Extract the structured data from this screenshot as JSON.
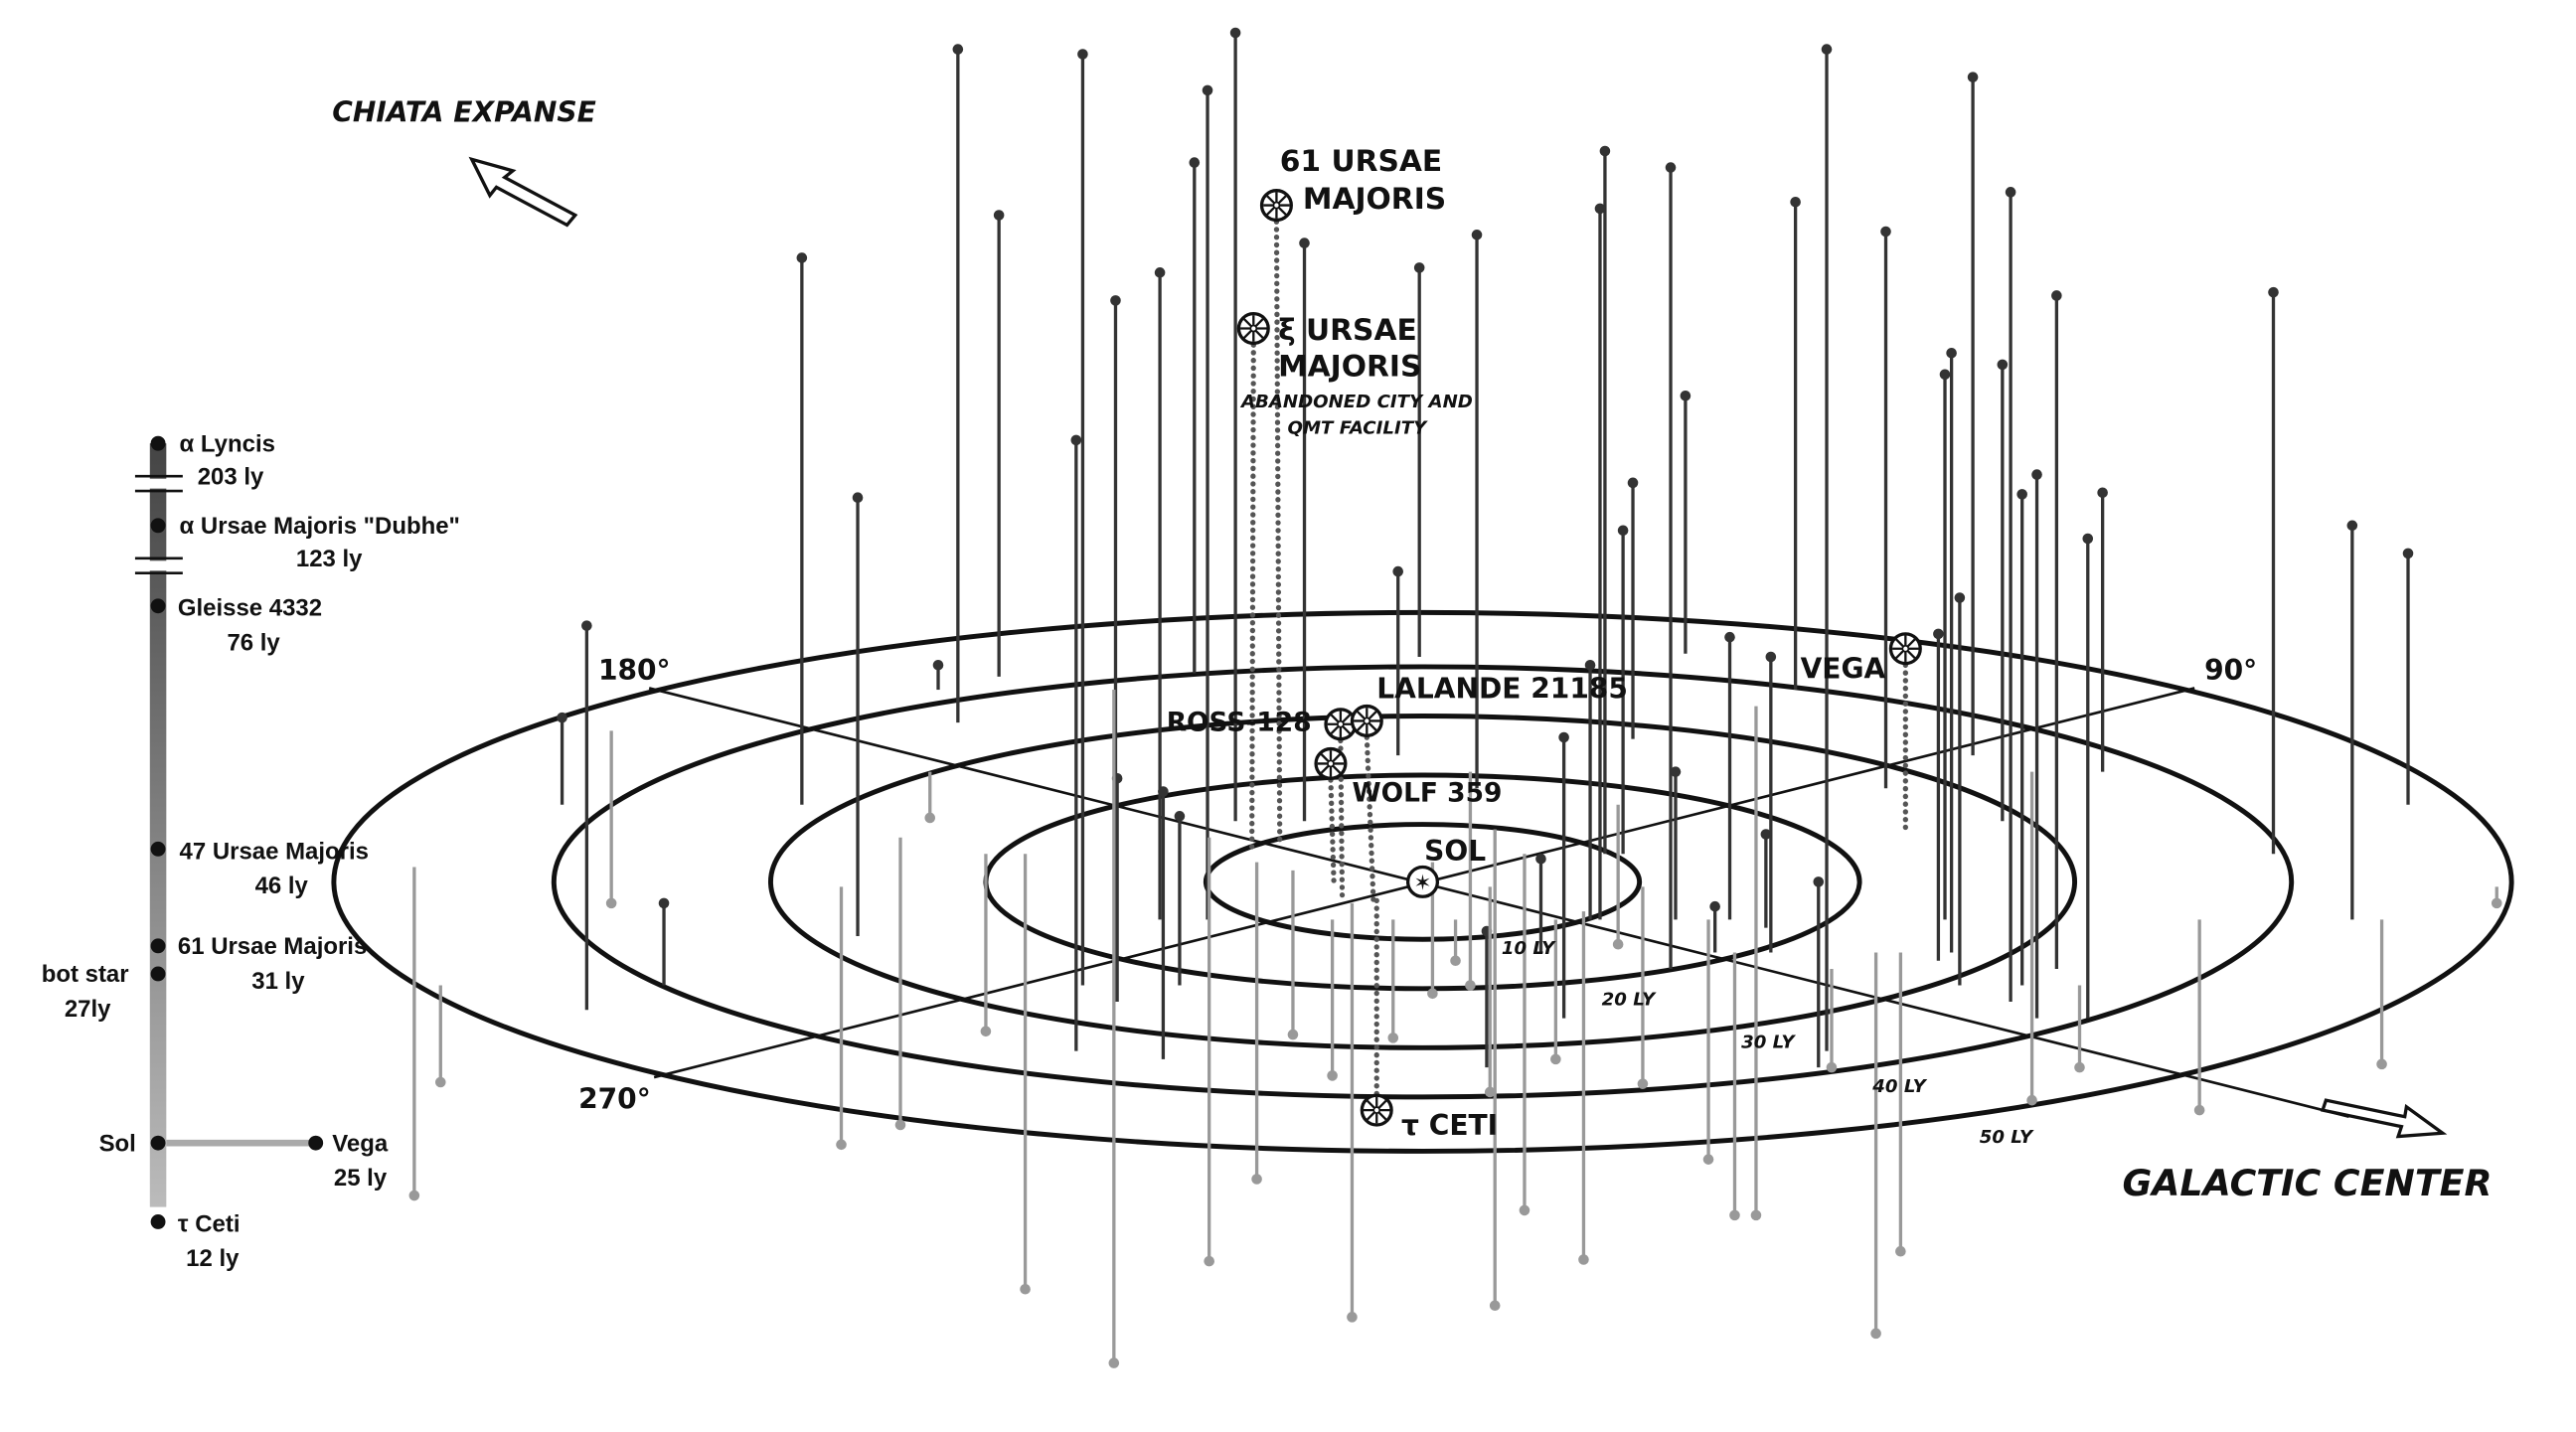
{
  "directions": {
    "chiata_expanse": "CHIATA EXPANSE",
    "galactic_center": "GALACTIC CENTER"
  },
  "angles": {
    "a180": "180°",
    "a90": "90°",
    "a270": "270°"
  },
  "rings": [
    "10 LY",
    "20 LY",
    "30 LY",
    "40 LY",
    "50 LY"
  ],
  "stars": {
    "ursae61_l1": "61 URSAE",
    "ursae61_l2": "MAJORIS",
    "xi_l1": "ξ URSAE",
    "xi_l2": "MAJORIS",
    "xi_note_l1": "ABANDONED CITY AND",
    "xi_note_l2": "QMT FACILITY",
    "lalande": "LALANDE 21185",
    "ross": "ROSS-128",
    "wolf": "WOLF 359",
    "sol": "SOL",
    "tau_ceti": "τ CETI",
    "vega": "VEGA"
  },
  "legend": {
    "items": [
      {
        "name": "α Lyncis",
        "dist": "203 ly"
      },
      {
        "name": "α Ursae Majoris \"Dubhe\"",
        "dist": "123 ly"
      },
      {
        "name": "Gleisse 4332",
        "dist": "76 ly"
      },
      {
        "name": "47 Ursae Majoris",
        "dist": "46 ly"
      },
      {
        "name": "61 Ursae Majoris",
        "dist": "31 ly"
      }
    ],
    "bot_star": {
      "name": "bot star",
      "dist": "27ly"
    },
    "sol": "Sol",
    "vega": {
      "name": "Vega",
      "dist": "25 ly"
    },
    "tau_ceti": {
      "name": "τ Ceti",
      "dist": "12 ly"
    }
  },
  "colors": {
    "ink": "#111111",
    "pin_dark": "#333333",
    "pin_light": "#999999"
  }
}
